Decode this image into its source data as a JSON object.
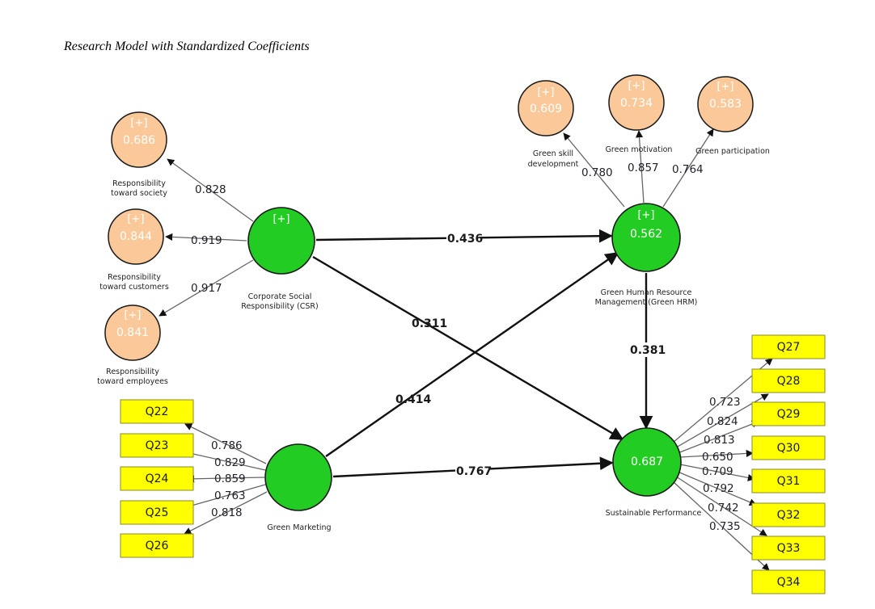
{
  "title": "Research Model with Standardized Coefficients",
  "plus_marker": "[+]",
  "constructs": {
    "csr": {
      "name": "Corporate Social Responsibility (CSR)",
      "line1": "Corporate Social",
      "line2": "Responsibility (CSR)",
      "r2": ""
    },
    "ghrm": {
      "name": "Green Human Resource Management (Green HRM)",
      "line1": "Green Human Resource",
      "line2": "Management (Green HRM)",
      "r2": "0.562"
    },
    "gm": {
      "name": "Green Marketing",
      "line1": "Green Marketing",
      "r2": ""
    },
    "sp": {
      "name": "Sustainable Performance",
      "line1": "Sustainable Performance",
      "r2": "0.687"
    }
  },
  "csr_dimensions": [
    {
      "line1": "Responsibility",
      "line2": "toward society",
      "r2": "0.686",
      "loading": "0.828"
    },
    {
      "line1": "Responsibility",
      "line2": "toward customers",
      "r2": "0.844",
      "loading": "0.919"
    },
    {
      "line1": "Responsibility",
      "line2": "toward employees",
      "r2": "0.841",
      "loading": "0.917"
    }
  ],
  "ghrm_dimensions": [
    {
      "line1": "Green skill",
      "line2": "development",
      "r2": "0.609",
      "loading": "0.780"
    },
    {
      "line1": "Green motivation",
      "line2": "",
      "r2": "0.734",
      "loading": "0.857"
    },
    {
      "line1": "Green participation",
      "line2": "",
      "r2": "0.583",
      "loading": "0.764"
    }
  ],
  "gm_indicators": [
    {
      "label": "Q22",
      "loading": "0.786"
    },
    {
      "label": "Q23",
      "loading": "0.829"
    },
    {
      "label": "Q24",
      "loading": "0.859"
    },
    {
      "label": "Q25",
      "loading": "0.763"
    },
    {
      "label": "Q26",
      "loading": "0.818"
    }
  ],
  "sp_indicators": [
    {
      "label": "Q27",
      "loading": "0.723"
    },
    {
      "label": "Q28",
      "loading": "0.824"
    },
    {
      "label": "Q29",
      "loading": "0.813"
    },
    {
      "label": "Q30",
      "loading": "0.650"
    },
    {
      "label": "Q31",
      "loading": "0.709"
    },
    {
      "label": "Q32",
      "loading": "0.792"
    },
    {
      "label": "Q33",
      "loading": "0.742"
    },
    {
      "label": "Q34",
      "loading": "0.735"
    }
  ],
  "paths": {
    "csr_to_ghrm": "0.436",
    "csr_to_sp": "0.311",
    "gm_to_ghrm": "0.414",
    "gm_to_sp": "0.767",
    "ghrm_to_sp": "0.381"
  },
  "colors": {
    "construct_fill": "#22cc22",
    "dimension_fill": "#fbc899",
    "indicator_fill": "#ffff00",
    "stroke": "#1a1a1a"
  }
}
